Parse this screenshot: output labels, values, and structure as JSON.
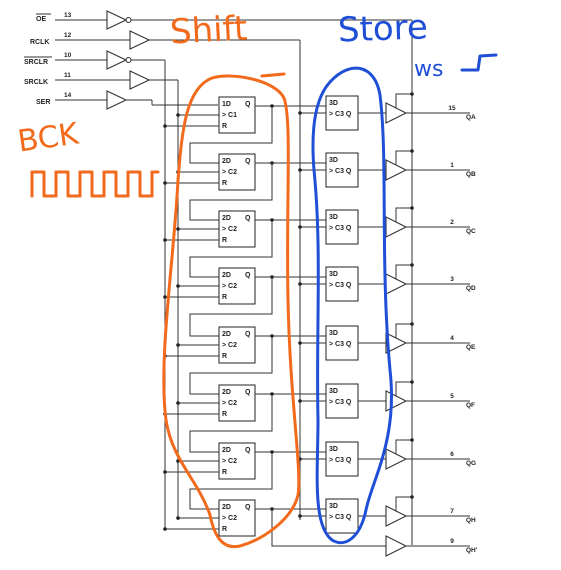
{
  "inputs": [
    {
      "name": "OE",
      "pin": "13",
      "overbar": true
    },
    {
      "name": "RCLK",
      "pin": "12",
      "overbar": false
    },
    {
      "name": "SRCLR",
      "pin": "10",
      "overbar": true
    },
    {
      "name": "SRCLK",
      "pin": "11",
      "overbar": false
    },
    {
      "name": "SER",
      "pin": "14",
      "overbar": false
    }
  ],
  "shift_stages": [
    {
      "d": "1D",
      "c": "C1"
    },
    {
      "d": "2D",
      "c": "C2"
    },
    {
      "d": "2D",
      "c": "C2"
    },
    {
      "d": "2D",
      "c": "C2"
    },
    {
      "d": "2D",
      "c": "C2"
    },
    {
      "d": "2D",
      "c": "C2"
    },
    {
      "d": "2D",
      "c": "C2"
    },
    {
      "d": "2D",
      "c": "C2"
    }
  ],
  "shift_labels": {
    "q": "Q",
    "r": "R"
  },
  "store_stage": {
    "d": "3D",
    "c": "C3",
    "q": "Q"
  },
  "outputs": [
    {
      "pin": "15",
      "label": "QA"
    },
    {
      "pin": "1",
      "label": "QB"
    },
    {
      "pin": "2",
      "label": "QC"
    },
    {
      "pin": "3",
      "label": "QD"
    },
    {
      "pin": "4",
      "label": "QE"
    },
    {
      "pin": "5",
      "label": "QF"
    },
    {
      "pin": "6",
      "label": "QG"
    },
    {
      "pin": "7",
      "label": "QH"
    },
    {
      "pin": "9",
      "label": "QH'"
    }
  ],
  "annotations": {
    "shift": "Shift",
    "store": "Store",
    "ws": "ws",
    "bck": "BCK"
  },
  "colors": {
    "orange": "#f26a1b",
    "blue": "#1f4fd6"
  }
}
